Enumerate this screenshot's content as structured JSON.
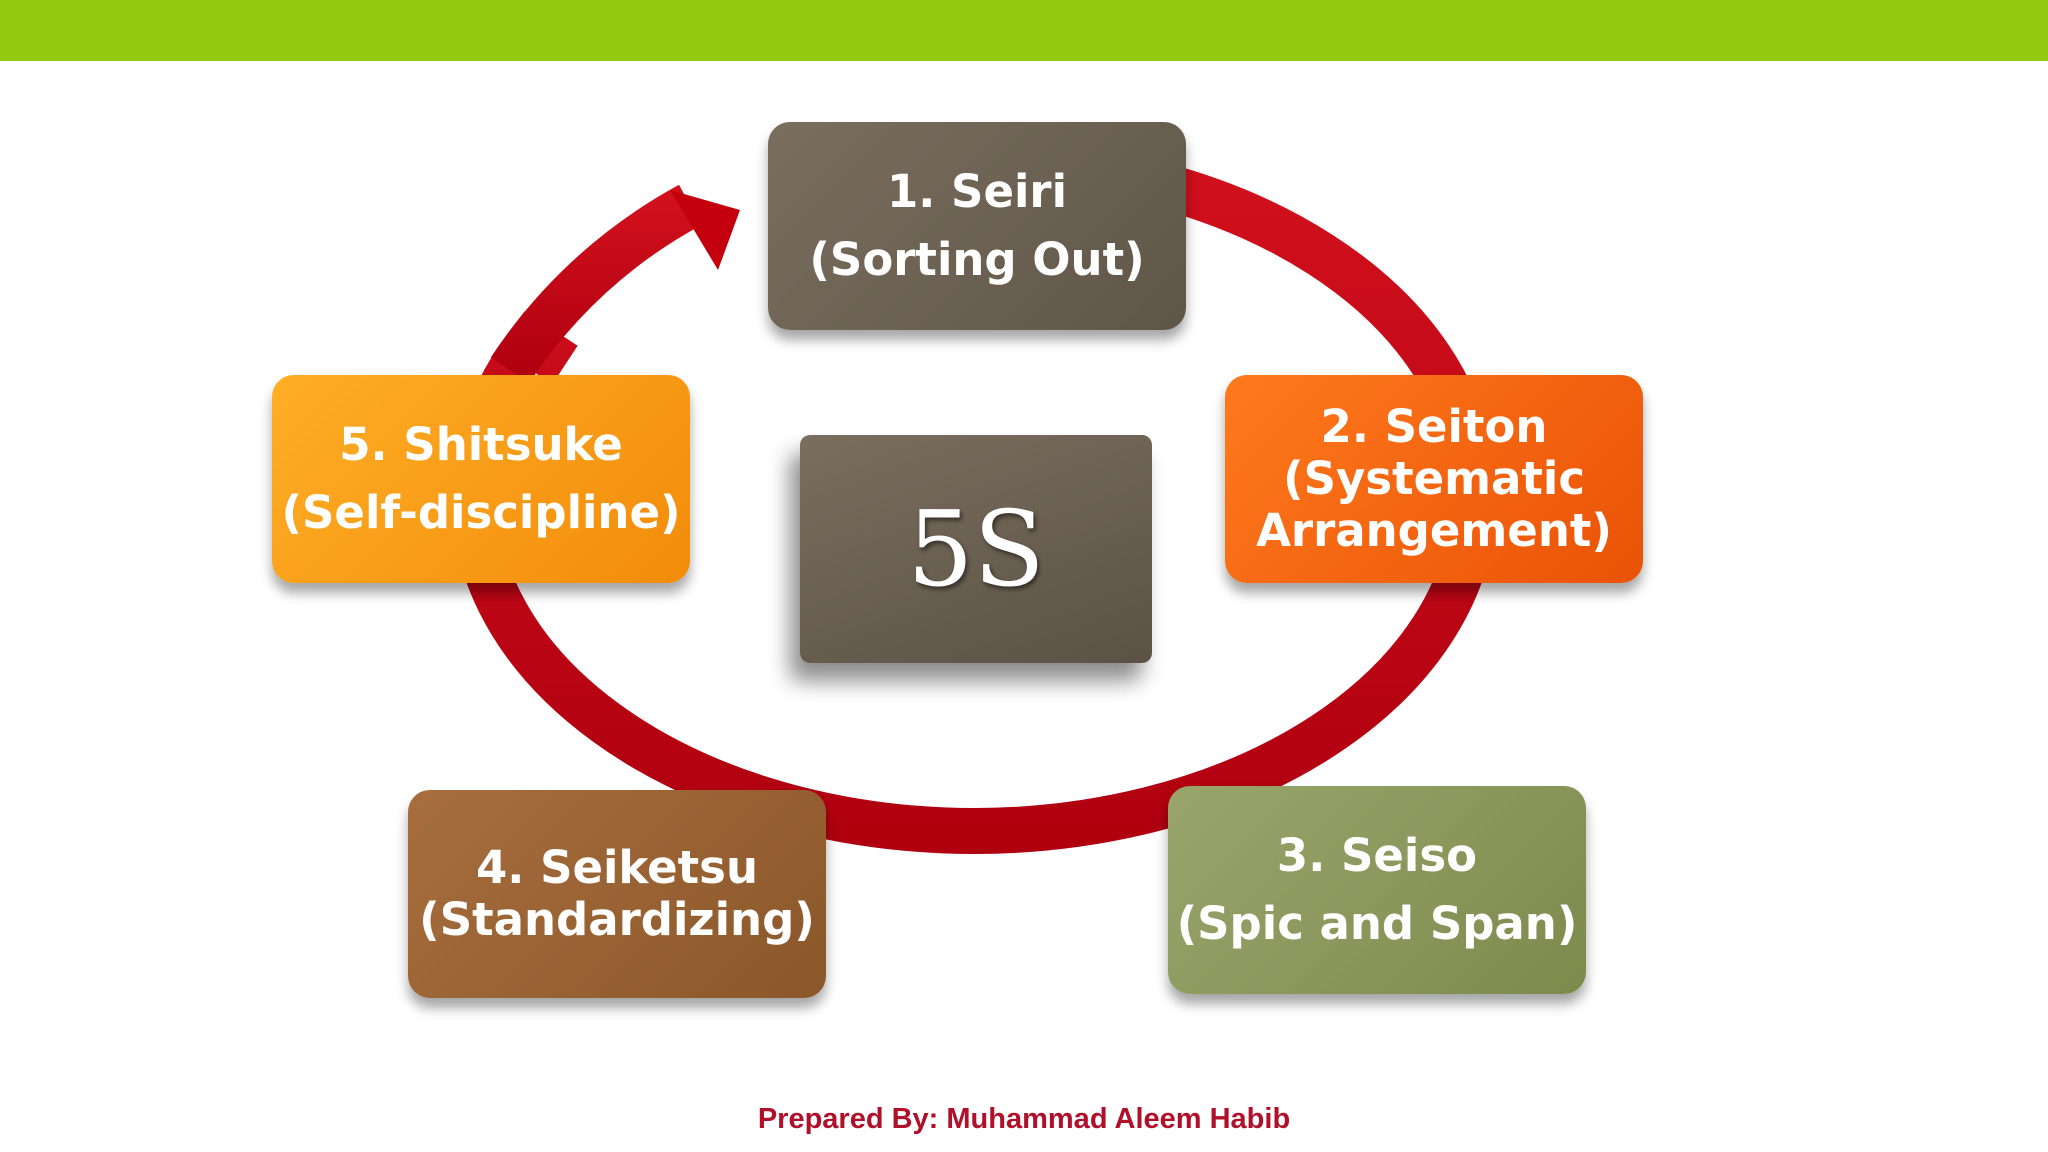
{
  "diagram": {
    "center_label": "5S",
    "steps": [
      {
        "line1": "1. Seiri",
        "line2": "(Sorting Out)"
      },
      {
        "line1": "2. Seiton",
        "line2": "(Systematic",
        "line3": "Arrangement)"
      },
      {
        "line1": "3. Seiso",
        "line2": "(Spic and Span)"
      },
      {
        "line1": "4. Seiketsu",
        "line2": "(Standardizing)"
      },
      {
        "line1": "5. Shitsuke",
        "line2": "(Self-discipline)"
      }
    ],
    "colors": {
      "top_bar": "#93c90e",
      "arrow": "#c4000f",
      "step_1": "#6d6354",
      "step_2": "#f46410",
      "step_3": "#8d9860",
      "step_4": "#9a6434",
      "step_5": "#f99d19",
      "center": "#6a6052",
      "footer_text": "#b0102a"
    }
  },
  "footer": {
    "text": "Prepared By: Muhammad Aleem Habib"
  }
}
